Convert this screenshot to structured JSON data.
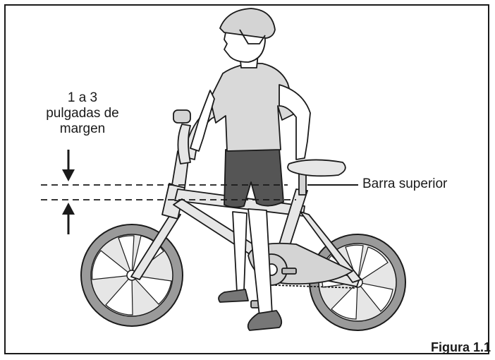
{
  "labels": {
    "margin_line1": "1 a 3",
    "margin_line2": "pulgadas de",
    "margin_line3": "margen",
    "top_bar": "Barra superior",
    "figure": "Figura 1.1"
  },
  "colors": {
    "line": "#1a1a1a",
    "bike_fill": "#e6e6e6",
    "shirt": "#d9d9d9",
    "shorts": "#555555",
    "skin": "#ffffff",
    "tire": "#9a9a9a"
  },
  "icons": [
    "arrow-down-icon",
    "arrow-up-icon"
  ]
}
